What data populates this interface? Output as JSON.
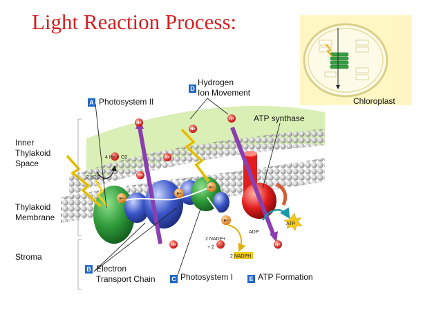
{
  "title": "Light Reaction Process:",
  "labels": {
    "inner_space": [
      "Inner",
      "Thylakoid",
      "Space"
    ],
    "membrane": [
      "Thylakoid",
      "Membrane"
    ],
    "stroma": "Stroma",
    "photosystem_ii": "Photosystem II",
    "hydrogen": [
      "Hydrogen",
      "Ion Movement"
    ],
    "atp_synthase": "ATP synthase",
    "chloroplast": "Chloroplast",
    "etc": [
      "Electron",
      "Transport Chain"
    ],
    "photosystem_i": "Photosystem I",
    "atp_formation": "ATP Formation"
  },
  "badges": {
    "a": "A",
    "b": "B",
    "c": "C",
    "d": "D",
    "e": "E"
  },
  "diagram": {
    "proton": "H+",
    "electron": "e−",
    "water": "2 H2O",
    "oxygen": "4 H+ + O2",
    "nadp": "2  NADP+",
    "plus_h": "+ 2",
    "nadph": "2  NADPH",
    "adp": "ADP",
    "atp": "ATP"
  },
  "colors": {
    "title": "#d42121",
    "badge": "#2166c4",
    "photosystem_green": "#2f9b3a",
    "cytochrome_blue": "#3a55c8",
    "atp_synthase_red": "#e11d1d",
    "proton_arrow_purple": "#8a3fb0"
  }
}
